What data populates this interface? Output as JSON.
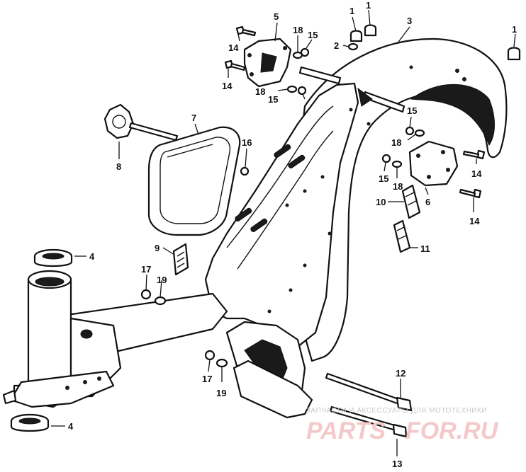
{
  "diagram": {
    "callouts": [
      {
        "id": "c1a",
        "label": "1"
      },
      {
        "id": "c1b",
        "label": "1"
      },
      {
        "id": "c1c",
        "label": "1"
      },
      {
        "id": "c2",
        "label": "2"
      },
      {
        "id": "c3",
        "label": "3"
      },
      {
        "id": "c4a",
        "label": "4"
      },
      {
        "id": "c4b",
        "label": "4"
      },
      {
        "id": "c5",
        "label": "5"
      },
      {
        "id": "c6",
        "label": "6"
      },
      {
        "id": "c7",
        "label": "7"
      },
      {
        "id": "c8",
        "label": "8"
      },
      {
        "id": "c9",
        "label": "9"
      },
      {
        "id": "c10",
        "label": "10"
      },
      {
        "id": "c11",
        "label": "11"
      },
      {
        "id": "c12",
        "label": "12"
      },
      {
        "id": "c13",
        "label": "13"
      },
      {
        "id": "c14a",
        "label": "14"
      },
      {
        "id": "c14b",
        "label": "14"
      },
      {
        "id": "c14c",
        "label": "14"
      },
      {
        "id": "c14d",
        "label": "14"
      },
      {
        "id": "c15a",
        "label": "15"
      },
      {
        "id": "c15b",
        "label": "15"
      },
      {
        "id": "c15c",
        "label": "15"
      },
      {
        "id": "c15d",
        "label": "15"
      },
      {
        "id": "c16",
        "label": "16"
      },
      {
        "id": "c17a",
        "label": "17"
      },
      {
        "id": "c17b",
        "label": "17"
      },
      {
        "id": "c18a",
        "label": "18"
      },
      {
        "id": "c18b",
        "label": "18"
      },
      {
        "id": "c18c",
        "label": "18"
      },
      {
        "id": "c18d",
        "label": "18"
      },
      {
        "id": "c19a",
        "label": "19"
      },
      {
        "id": "c19b",
        "label": "19"
      }
    ]
  },
  "watermark": {
    "tagline": "ЗАПЧАСТИ И АКСЕССУАРЫ ДЛЯ МОТОТЕХНИКИ",
    "brand_left": "PARTS",
    "brand_right": "FOR.RU"
  }
}
